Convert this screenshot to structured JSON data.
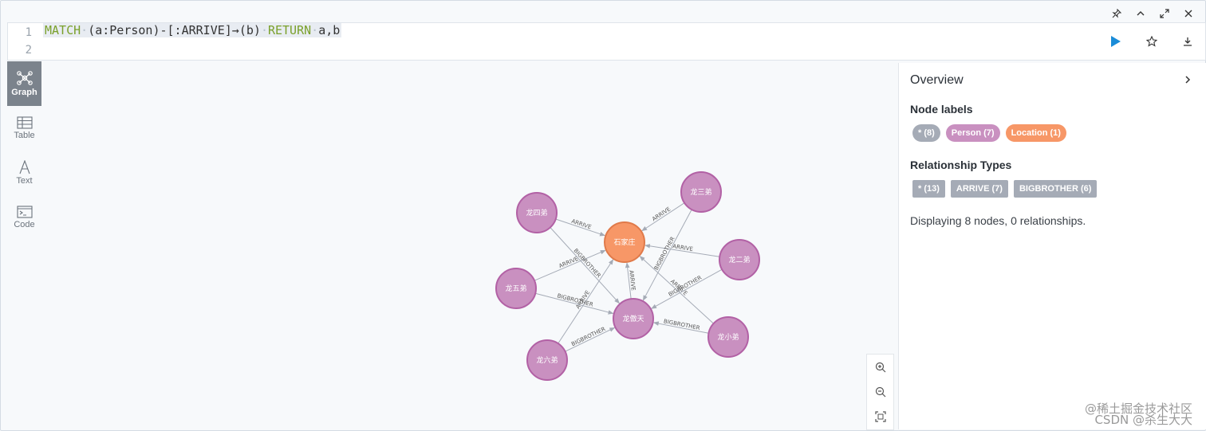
{
  "window_controls": [
    "pin-icon",
    "collapse-icon",
    "fullscreen-icon",
    "close-icon"
  ],
  "editor": {
    "line_numbers": [
      "1",
      "2"
    ],
    "tokens": {
      "kw_match": "MATCH",
      "pattern": "(a:Person)-[:ARRIVE]→(b)",
      "kw_return": "RETURN",
      "ret": "a,b"
    }
  },
  "actions": [
    "run-icon",
    "favorite-icon",
    "download-icon"
  ],
  "rail": [
    {
      "label": "Graph",
      "icon": "graph-icon",
      "active": true
    },
    {
      "label": "Table",
      "icon": "table-icon",
      "active": false
    },
    {
      "label": "Text",
      "icon": "text-icon",
      "active": false
    },
    {
      "label": "Code",
      "icon": "code-icon",
      "active": false
    }
  ],
  "graph": {
    "nodes": [
      {
        "id": "center",
        "label": "石家庄",
        "color": "#f79767",
        "stroke": "#e07a4a"
      },
      {
        "id": "n4",
        "label": "龙四弟",
        "color": "#c990c0",
        "stroke": "#b261a5"
      },
      {
        "id": "n3",
        "label": "龙三弟",
        "color": "#c990c0",
        "stroke": "#b261a5"
      },
      {
        "id": "n2",
        "label": "龙二弟",
        "color": "#c990c0",
        "stroke": "#b261a5"
      },
      {
        "id": "n5",
        "label": "龙五弟",
        "color": "#c990c0",
        "stroke": "#b261a5"
      },
      {
        "id": "ao",
        "label": "龙傲天",
        "color": "#c990c0",
        "stroke": "#b261a5"
      },
      {
        "id": "n6",
        "label": "龙六弟",
        "color": "#c990c0",
        "stroke": "#b261a5"
      },
      {
        "id": "small",
        "label": "龙小弟",
        "color": "#c990c0",
        "stroke": "#b261a5"
      }
    ],
    "relationships": [
      {
        "from": "n4",
        "to": "center",
        "type": "ARRIVE"
      },
      {
        "from": "n3",
        "to": "center",
        "type": "ARRIVE"
      },
      {
        "from": "n2",
        "to": "center",
        "type": "ARRIVE"
      },
      {
        "from": "n5",
        "to": "center",
        "type": "ARRIVE"
      },
      {
        "from": "ao",
        "to": "center",
        "type": "ARRIVE"
      },
      {
        "from": "n6",
        "to": "center",
        "type": "ARRIVE"
      },
      {
        "from": "small",
        "to": "center",
        "type": "ARRIVE"
      },
      {
        "from": "n4",
        "to": "ao",
        "type": "BIGBROTHER"
      },
      {
        "from": "n3",
        "to": "ao",
        "type": "BIGBROTHER"
      },
      {
        "from": "n2",
        "to": "ao",
        "type": "BIGBROTHER"
      },
      {
        "from": "n5",
        "to": "ao",
        "type": "BIGBROTHER"
      },
      {
        "from": "n6",
        "to": "ao",
        "type": "BIGBROTHER"
      },
      {
        "from": "small",
        "to": "ao",
        "type": "BIGBROTHER"
      }
    ]
  },
  "zoom": [
    "zoom-in-icon",
    "zoom-out-icon",
    "fit-icon"
  ],
  "overview": {
    "title": "Overview",
    "node_labels_heading": "Node labels",
    "node_labels": [
      {
        "text": "* (8)",
        "color": "#a5abb6"
      },
      {
        "text": "Person (7)",
        "color": "#c990c0"
      },
      {
        "text": "Location (1)",
        "color": "#f79767"
      }
    ],
    "rel_types_heading": "Relationship Types",
    "rel_types": [
      {
        "text": "* (13)",
        "color": "#a5abb6"
      },
      {
        "text": "ARRIVE (7)",
        "color": "#a5abb6"
      },
      {
        "text": "BIGBROTHER (6)",
        "color": "#a5abb6"
      }
    ],
    "status": "Displaying 8 nodes, 0 relationships."
  },
  "watermark": {
    "line1": "@稀土掘金技术社区",
    "line2": "CSDN @杀生大大"
  }
}
